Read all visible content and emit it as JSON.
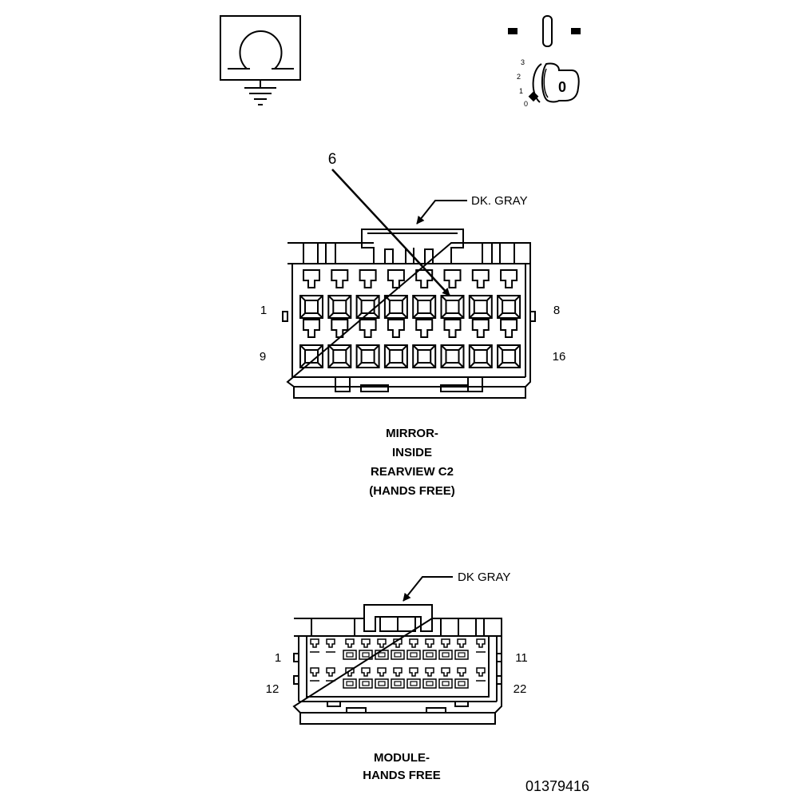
{
  "icons": {
    "ground_symbol": "ground-icon",
    "ignition_switch": "ignition-key-switch-icon",
    "ignition_positions": [
      "3",
      "2",
      "1",
      "0"
    ],
    "key_label": "0"
  },
  "connector_c2": {
    "callout_number": "6",
    "color_label": "DK. GRAY",
    "pin_labels": {
      "top_left": "1",
      "top_right": "8",
      "bottom_left": "9",
      "bottom_right": "16"
    },
    "title_lines": [
      "MIRROR-",
      "INSIDE",
      "REARVIEW C2",
      "(HANDS FREE)"
    ]
  },
  "connector_module": {
    "color_label": "DK GRAY",
    "pin_labels": {
      "top_left": "1",
      "top_right": "11",
      "bottom_left": "12",
      "bottom_right": "22"
    },
    "title_lines": [
      "MODULE-",
      "HANDS FREE"
    ]
  },
  "figure_id": "01379416"
}
